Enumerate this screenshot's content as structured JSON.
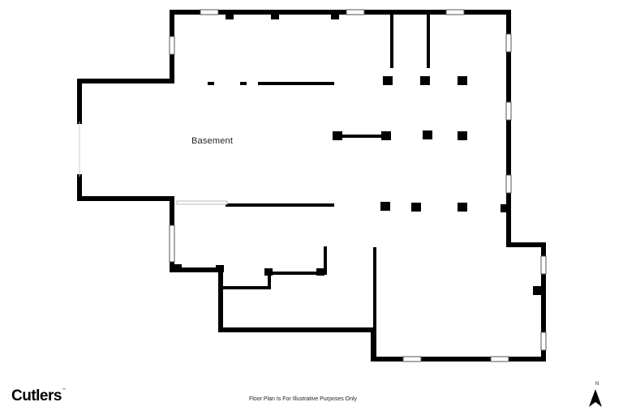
{
  "room": {
    "label": "Basement"
  },
  "branding": {
    "logo_text": "Cutlers",
    "trademark": "™"
  },
  "footer": {
    "disclaimer": "Floor Plan Is For Illustrative Purposes Only"
  },
  "compass": {
    "north_label": "N",
    "icon": "north-arrow-icon"
  },
  "colors": {
    "wall": "#000000",
    "background": "#ffffff"
  }
}
